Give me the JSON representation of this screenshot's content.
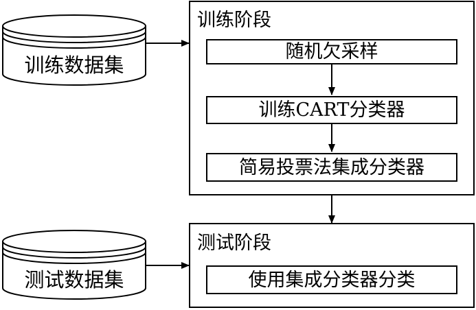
{
  "datasets": {
    "train": "训练数据集",
    "test": "测试数据集"
  },
  "stages": {
    "train": {
      "title": "训练阶段",
      "steps": [
        "随机欠采样",
        "训练CART分类器",
        "简易投票法集成分类器"
      ]
    },
    "test": {
      "title": "测试阶段",
      "steps": [
        "使用集成分类器分类"
      ]
    }
  }
}
